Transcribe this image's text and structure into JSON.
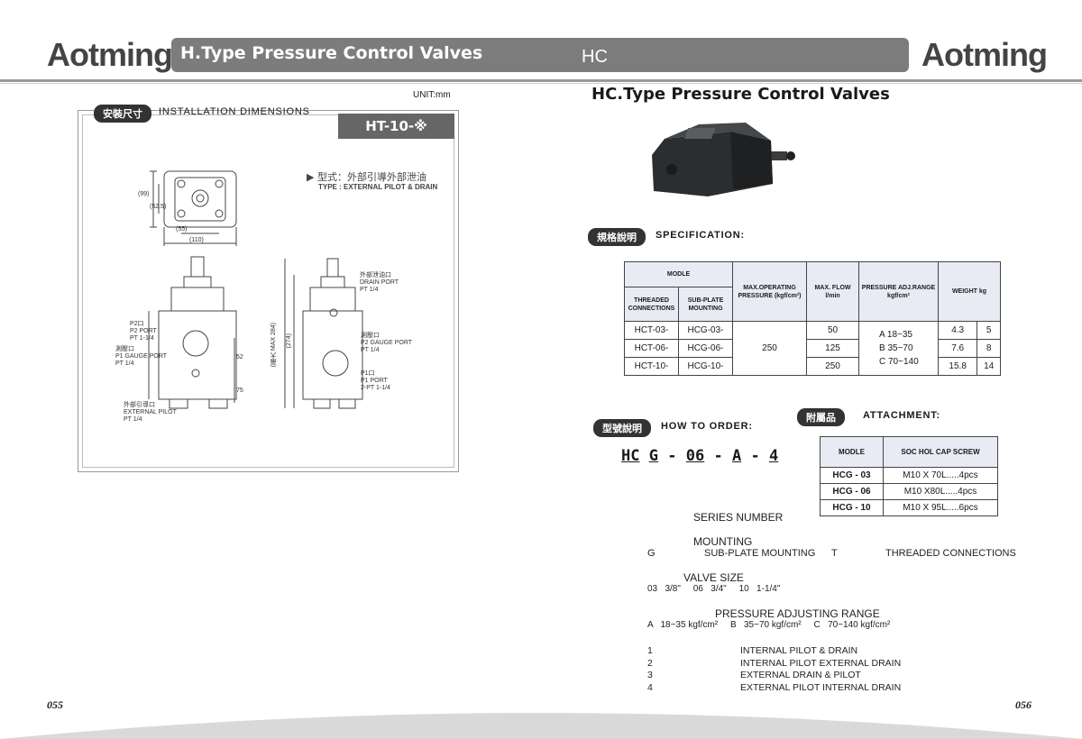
{
  "brand": {
    "logo_left": "Aotming",
    "logo_right": "Aotming"
  },
  "banner": {
    "title": "H.Type Pressure Control Valves",
    "code": "HC"
  },
  "left": {
    "unit": "UNIT:mm",
    "section_pill": "安裝尺寸",
    "section_label": "INSTALLATION DIMENSIONS",
    "model_tag": "HT-10-※",
    "type_cn": "型式：外部引導外部泄油",
    "type_en": "TYPE : EXTERNAL PILOT & DRAIN",
    "dims": {
      "d99": "(99)",
      "d525": "(52.5)",
      "d55": "(55)",
      "d110": "(110)",
      "max": "(最大 MAX 284)",
      "d274": "(274)",
      "d52": "52",
      "d75": "75"
    },
    "labels": {
      "p2_port_cn": "P2口",
      "p2_port_en": "P2 PORT",
      "p2_port_pt": "PT 1-1/4",
      "p1_gauge_cn": "測壓口",
      "p1_gauge_en": "P1 GAUGE PORT",
      "p1_gauge_pt": "PT 1/4",
      "ext_pilot_cn": "外部引導口",
      "ext_pilot_en": "EXTERNAL PILOT",
      "ext_pilot_pt": "PT 1/4",
      "drain_cn": "外部泄油口",
      "drain_en": "DRAIN PORT",
      "drain_pt": "PT 1/4",
      "p2_gauge_cn": "測壓口",
      "p2_gauge_en": "P2 GAUGE PORT",
      "p2_gauge_pt": "PT 1/4",
      "p1_port_cn": "P1口",
      "p1_port_en": "P1 PORT",
      "p1_port_pt": "2-PT 1-1/4"
    }
  },
  "right": {
    "title": "HC.Type Pressure Control Valves",
    "spec_pill": "規格說明",
    "spec_label": "SPECIFICATION:",
    "spec": {
      "h_modle": "MODLE",
      "h_threaded": "THREADED CONNECTIONS",
      "h_subplate": "SUB-PLATE MOUNTING",
      "h_pressure": "MAX.OPERATING PRESSURE (kgf/cm²)",
      "h_flow": "MAX. FLOW l/min",
      "h_range": "PRESSURE ADJ.RANGE kgf/cm²",
      "h_weight": "WEIGHT kg",
      "rows": [
        {
          "t": "HCT-03-",
          "s": "HCG-03-",
          "flow": "50",
          "w1": "4.3",
          "w2": "5"
        },
        {
          "t": "HCT-06-",
          "s": "HCG-06-",
          "flow": "125",
          "w1": "7.6",
          "w2": "8"
        },
        {
          "t": "HCT-10-",
          "s": "HCG-10-",
          "flow": "250",
          "w1": "15.8",
          "w2": "14"
        }
      ],
      "pressure": "250",
      "range_a": "A  18~35",
      "range_b": "B  35~70",
      "range_c": "C  70~140"
    },
    "att_pill": "附屬品",
    "att_label": "ATTACHMENT:",
    "att": {
      "h_modle": "MODLE",
      "h_screw": "SOC HOL CAP SCREW",
      "rows": [
        {
          "m": "HCG - 03",
          "s": "M10 X 70L.....4pcs"
        },
        {
          "m": "HCG - 06",
          "s": "M10 X80L.....4pcs"
        },
        {
          "m": "HCG - 10",
          "s": "M10 X 95L.....6pcs"
        }
      ]
    },
    "order_pill": "型號說明",
    "order_label": "HOW TO ORDER:",
    "order_code": {
      "p1": "HC",
      "p2": "G",
      "p3": "06",
      "p4": "A",
      "p5": "4",
      "dash": "-"
    },
    "series": "SERIES NUMBER",
    "mounting": {
      "head": "MOUNTING",
      "g": "G",
      "g_text": "SUB-PLATE MOUNTING",
      "t": "T",
      "t_text": "THREADED CONNECTIONS"
    },
    "valve_size": {
      "head": "VALVE SIZE",
      "line": "03   3/8\"     06   3/4\"     10   1-1/4\""
    },
    "pressure_range": {
      "head": "PRESSURE ADJUSTING RANGE",
      "line": "A   18~35 kgf/cm²     B   35~70 kgf/cm²     C   70~140 kgf/cm²"
    },
    "pilot": [
      {
        "n": "1",
        "t": "INTERNAL PILOT & DRAIN"
      },
      {
        "n": "2",
        "t": "INTERNAL PILOT EXTERNAL DRAIN"
      },
      {
        "n": "3",
        "t": "EXTERNAL DRAIN & PILOT"
      },
      {
        "n": "4",
        "t": "EXTERNAL PILOT INTERNAL DRAIN"
      }
    ]
  },
  "page": {
    "left": "055",
    "right": "056"
  }
}
